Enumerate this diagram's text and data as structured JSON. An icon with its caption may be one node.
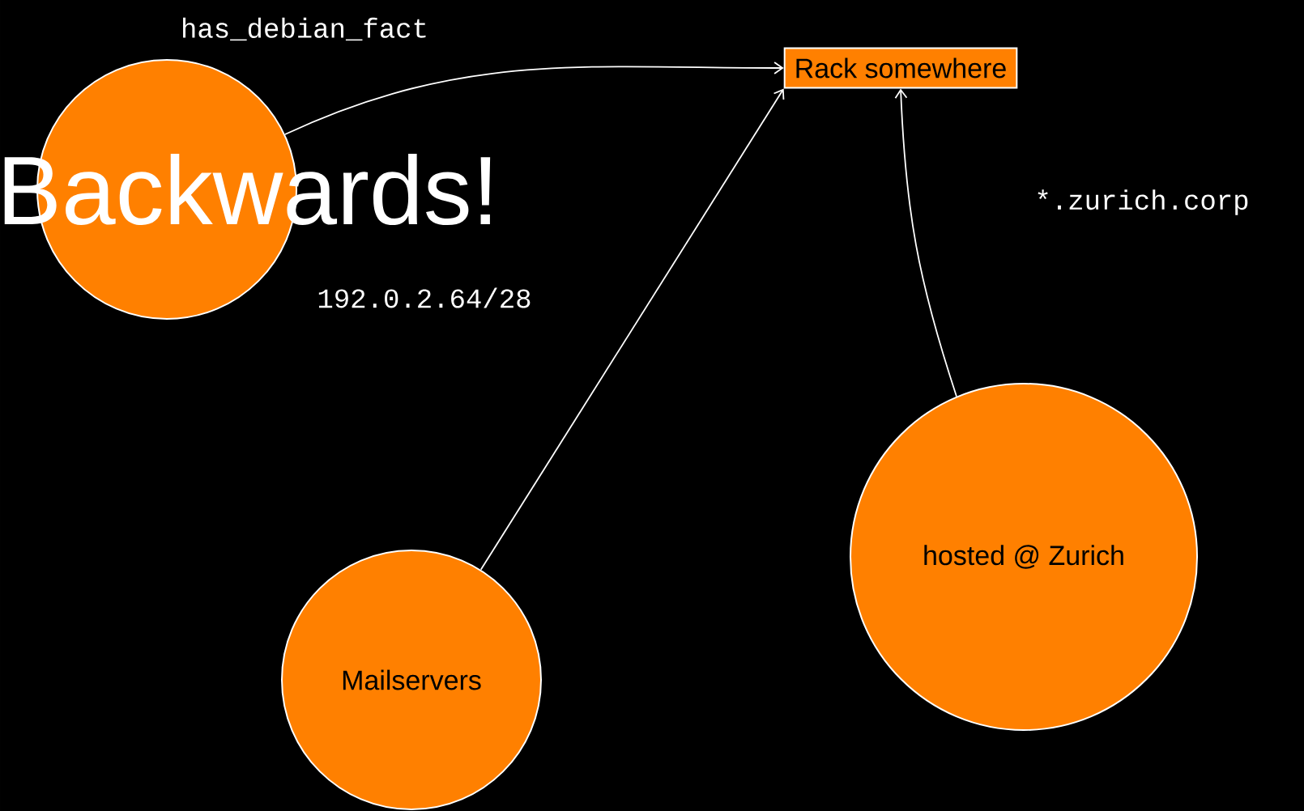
{
  "diagram": {
    "nodes": [
      {
        "text": [],
        "shape": "circle"
      },
      {
        "text": [
          "Rack somewhere"
        ]
      },
      {
        "text": [
          "Mailservers"
        ]
      },
      {
        "text": [
          "hosted @ Zurich"
        ]
      }
    ],
    "edges": [
      {
        "from": 0,
        "to": 1,
        "arrow": "to",
        "label": "has_debian_fact"
      },
      {
        "from": 2,
        "to": 1,
        "arrow": "to",
        "label": "192.0.2.64/28"
      },
      {
        "from": 3,
        "to": 1,
        "arrow": "to",
        "label": "*.zurich.corp"
      }
    ],
    "labels": [
      "Backwards!"
    ]
  }
}
